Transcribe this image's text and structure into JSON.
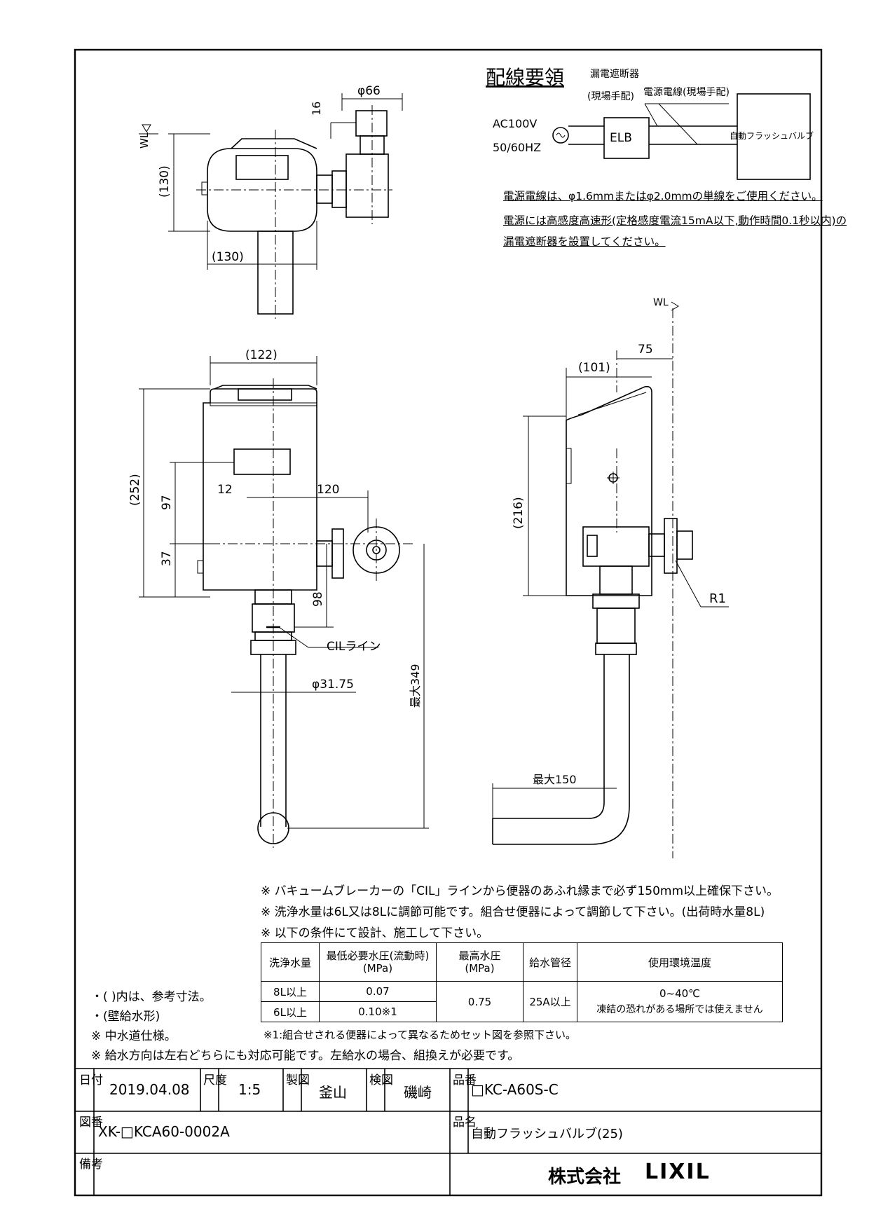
{
  "wiring": {
    "title": "配線要領",
    "breaker_label": "漏電遮断器",
    "breaker_sub": "(現場手配)",
    "cable_label": "電源電線(現場手配)",
    "power_v": "AC100V",
    "power_hz": "50/60HZ",
    "elb": "ELB",
    "device": "自動フラッシュバルブ",
    "note1": "電源電線は、φ1.6mmまたはφ2.0mmの単線をご使用ください。",
    "note2": "電源には高感度高速形(定格感度電流15mA以下,動作時間0.1秒以内)の",
    "note3": "漏電遮断器を設置してください。"
  },
  "dims": {
    "d66": "φ66",
    "d16": "16",
    "wl": "WL",
    "h130": "(130)",
    "w130": "(130)",
    "w122": "(122)",
    "h252": "(252)",
    "d97": "97",
    "d37": "37",
    "d12": "12",
    "d120": "120",
    "d98": "98",
    "cil": "CILライン",
    "d3175": "φ31.75",
    "max349": "最大349",
    "d75": "75",
    "d101": "(101)",
    "h216": "(216)",
    "r1": "R1",
    "max150": "最大150"
  },
  "notes": {
    "n1": "※ バキュームブレーカーの「CIL」ラインから便器のあふれ縁まで必ず150mm以上確保下さい。",
    "n2": "※ 洗浄水量は6L又は8Lに調節可能です。組合せ便器によって調節して下さい。(出荷時水量8L)",
    "n3": "※ 以下の条件にて設計、施工して下さい。",
    "left1": "・( )内は、参考寸法。",
    "left2": "・(壁給水形)",
    "left3": "※ 中水道仕様。",
    "footnote": "※1:組合せされる便器によって異なるためセット図を参照下さい。",
    "n4": "※ 給水方向は左右どちらにも対応可能です。左給水の場合、組換えが必要です。"
  },
  "spec_table": {
    "headers": [
      "洗浄水量",
      "最低必要水圧(流動時)",
      "(MPa)",
      "最高水圧",
      "(MPa)",
      "給水管径",
      "使用環境温度"
    ],
    "rows": [
      {
        "volume": "8L以上",
        "min_pressure": "0.07"
      },
      {
        "volume": "6L以上",
        "min_pressure": "0.10※1"
      }
    ],
    "max_pressure": "0.75",
    "pipe": "25A以上",
    "temp": "0~40℃",
    "temp_note": "凍結の恐れがある場所では使えません"
  },
  "title_block": {
    "date_label": "日付",
    "date": "2019.04.08",
    "scale_label": "尺度",
    "scale": "1:5",
    "made_label": "製図",
    "made_by": "釜山",
    "check_label": "検図",
    "checked_by": "磯崎",
    "part_label": "品番",
    "part_no": "□KC-A60S-C",
    "drawing_label": "図番",
    "drawing_no": "XK-□KCA60-0002A",
    "name_label": "品名",
    "product_name": "自動フラッシュバルブ(25)",
    "remarks_label": "備考",
    "company": "株式会社",
    "brand": "LIXIL"
  }
}
